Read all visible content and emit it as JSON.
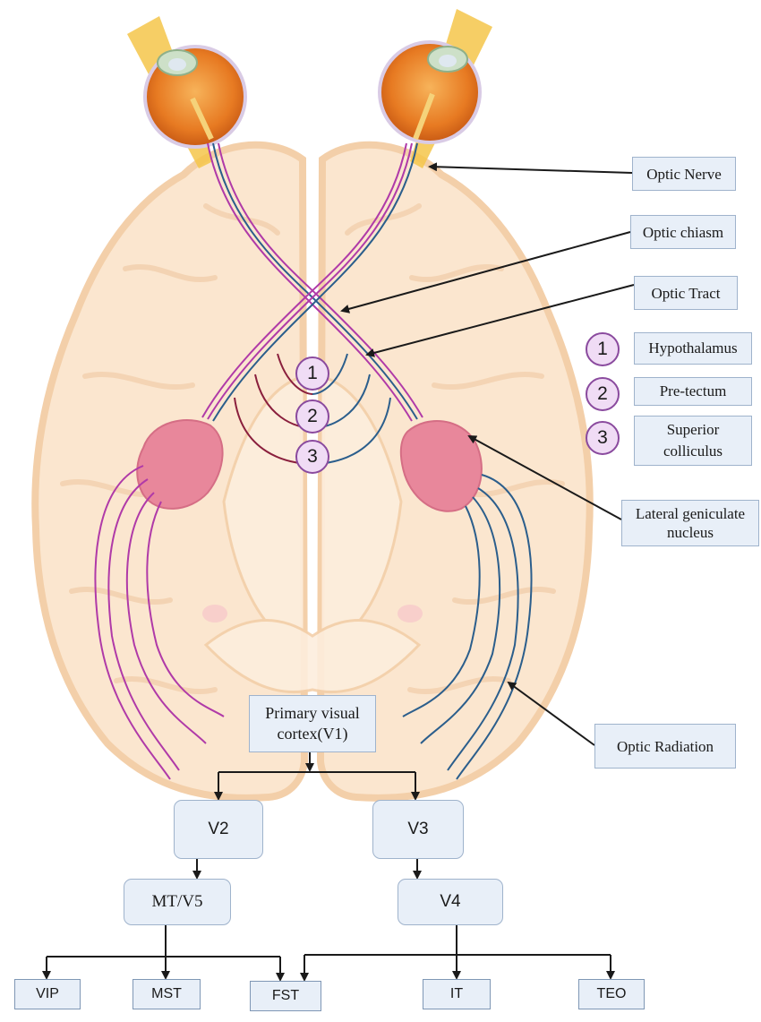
{
  "structures": {
    "optic_nerve": "Optic Nerve",
    "optic_chiasm": "Optic chiasm",
    "optic_tract": "Optic Tract",
    "lgn": "Lateral geniculate nucleus",
    "optic_radiation": "Optic Radiation"
  },
  "legend": [
    {
      "num": "1",
      "label": "Hypothalamus"
    },
    {
      "num": "2",
      "label": "Pre-tectum"
    },
    {
      "num": "3",
      "label": "Superior colliculus"
    }
  ],
  "pathway": {
    "v1": "Primary visual cortex(V1)",
    "v2": "V2",
    "v3": "V3",
    "mt": "MT/V5",
    "v4": "V4",
    "vip": "VIP",
    "mst": "MST",
    "fst": "FST",
    "it": "IT",
    "teo": "TEO"
  },
  "colors": {
    "brain": "#fbe6cf",
    "brain_outline": "#f3cfa9",
    "lgn": "#e8879b",
    "left_fiber": "#b03aa8",
    "right_fiber": "#2b5e8c",
    "box_fill": "#e8eff8",
    "box_border": "#9fb3cc",
    "arrow": "#1a1a1a"
  }
}
